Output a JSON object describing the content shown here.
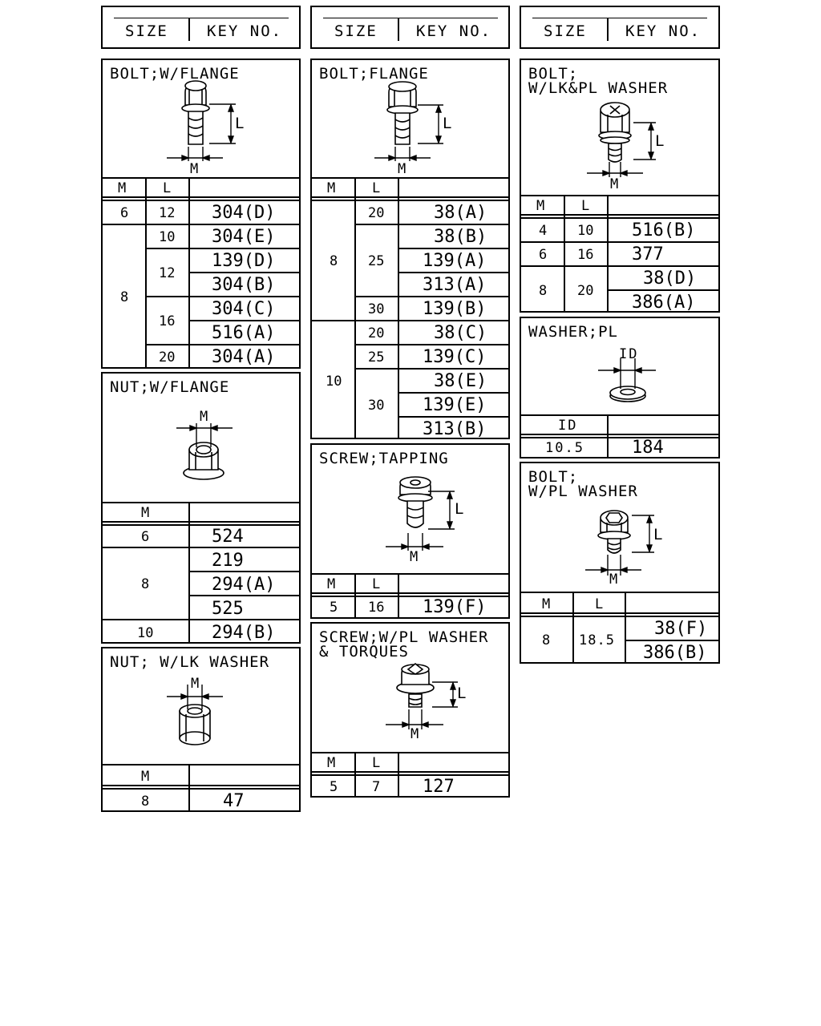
{
  "headers": [
    {
      "size": "SIZE",
      "key": "KEY NO."
    },
    {
      "size": "SIZE",
      "key": "KEY NO."
    },
    {
      "size": "SIZE",
      "key": "KEY NO."
    }
  ],
  "bolt_w_flange": {
    "title": "BOLT;W/FLANGE",
    "dim_l": "L",
    "dim_m": "M",
    "col_m": "M",
    "col_l": "L",
    "m": [
      "6",
      "8"
    ],
    "l": [
      "12",
      "10",
      "12",
      "16",
      "20"
    ],
    "keys": [
      "304(D)",
      "304(E)",
      "139(D)",
      "304(B)",
      "304(C)",
      "516(A)",
      "304(A)"
    ]
  },
  "nut_w_flange": {
    "title": "NUT;W/FLANGE",
    "dim_m": "M",
    "col_m": "M",
    "m": [
      "6",
      "8",
      "10"
    ],
    "keys": [
      "524",
      "219",
      "294(A)",
      "525",
      "294(B)"
    ]
  },
  "nut_w_lk_washer": {
    "title": "NUT; W/LK WASHER",
    "dim_m": "M",
    "col_m": "M",
    "m": [
      "8"
    ],
    "keys": [
      "47"
    ]
  },
  "bolt_flange": {
    "title": "BOLT;FLANGE",
    "dim_l": "L",
    "dim_m": "M",
    "col_m": "M",
    "col_l": "L",
    "m": [
      "8",
      "10"
    ],
    "l": [
      "20",
      "25",
      "30",
      "20",
      "25",
      "30"
    ],
    "keys": [
      "38(A)",
      "38(B)",
      "139(A)",
      "313(A)",
      "139(B)",
      "38(C)",
      "139(C)",
      "38(E)",
      "139(E)",
      "313(B)"
    ]
  },
  "screw_tapping": {
    "title": "SCREW;TAPPING",
    "dim_l": "L",
    "dim_m": "M",
    "col_m": "M",
    "col_l": "L",
    "m": [
      "5"
    ],
    "l": [
      "16"
    ],
    "keys": [
      "139(F)"
    ]
  },
  "screw_w_pl_washer": {
    "title": "SCREW;W/PL WASHER",
    "title2": "& TORQUES",
    "dim_l": "L",
    "dim_m": "M",
    "col_m": "M",
    "col_l": "L",
    "m": [
      "5"
    ],
    "l": [
      "7"
    ],
    "keys": [
      "127"
    ]
  },
  "bolt_w_lk_pl_washer": {
    "title": "BOLT;",
    "title2": "W/LK&PL WASHER",
    "dim_l": "L",
    "dim_m": "M",
    "col_m": "M",
    "col_l": "L",
    "m": [
      "4",
      "6",
      "8"
    ],
    "l": [
      "10",
      "16",
      "20"
    ],
    "keys": [
      "516(B)",
      "377",
      "38(D)",
      "386(A)"
    ]
  },
  "washer_pl": {
    "title": "WASHER;PL",
    "dim_id": "ID",
    "col_id": "ID",
    "id": [
      "10.5"
    ],
    "keys": [
      "184"
    ]
  },
  "bolt_w_pl_washer": {
    "title": "BOLT;",
    "title2": "W/PL WASHER",
    "dim_l": "L",
    "dim_m": "M",
    "col_m": "M",
    "col_l": "L",
    "m": [
      "8"
    ],
    "l": [
      "18.5"
    ],
    "keys": [
      "38(F)",
      "386(B)"
    ]
  }
}
